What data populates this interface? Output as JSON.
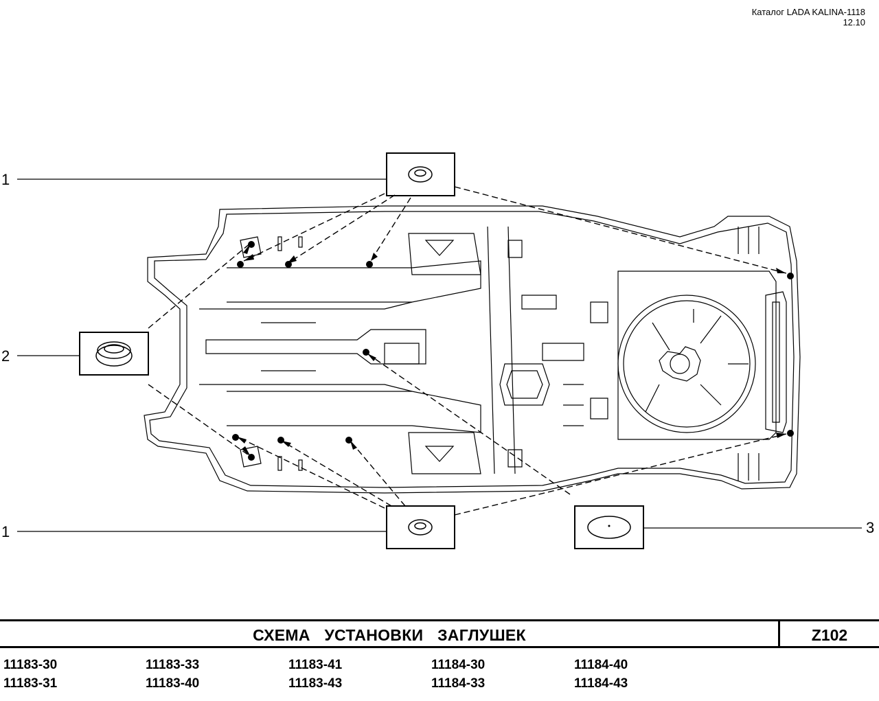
{
  "header": {
    "catalog": "Каталог LADA KALINA-1118",
    "date": "12.10"
  },
  "callouts": {
    "top_left": "1",
    "middle_left": "2",
    "bottom_left": "1",
    "right": "3"
  },
  "title": {
    "text": "СХЕМА   УСТАНОВКИ   ЗАГЛУШЕК",
    "code": "Z102"
  },
  "models": {
    "col1": [
      "11183-30",
      "11183-31"
    ],
    "col2": [
      "11183-33",
      "11183-40"
    ],
    "col3": [
      "11183-41",
      "11183-43"
    ],
    "col4": [
      "11184-30",
      "11184-33"
    ],
    "col5": [
      "11184-40",
      "11184-43"
    ]
  },
  "colors": {
    "line": "#000000",
    "background": "#ffffff"
  }
}
